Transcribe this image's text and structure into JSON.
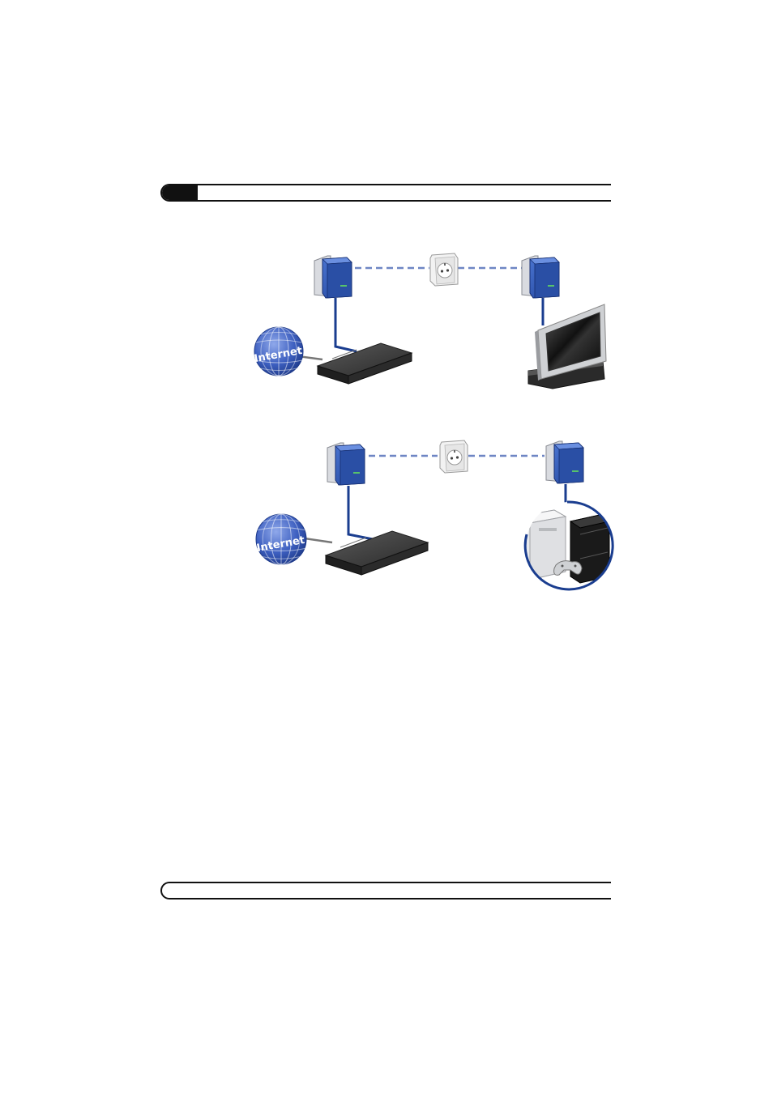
{
  "page": {
    "header_bar": "page-header-bar",
    "footer_bar": "page-footer-bar"
  },
  "colors": {
    "adapter_blue": "#2a4fa5",
    "cable_blue": "#1a3d8f",
    "powerline_dash": "#6e86c4",
    "router_dark": "#3a3a3a",
    "globe_blue": "#3d5fc0"
  },
  "diagrams": [
    {
      "scenario": "tv",
      "internet_label": "Internet",
      "devices": [
        "globe-icon",
        "router-icon",
        "powerline-adapter-icon",
        "wall-socket-icon",
        "powerline-adapter-icon",
        "tv-icon"
      ]
    },
    {
      "scenario": "game-console",
      "internet_label": "Internet",
      "devices": [
        "globe-icon",
        "router-icon",
        "powerline-adapter-icon",
        "wall-socket-icon",
        "powerline-adapter-icon",
        "game-console-icon"
      ]
    }
  ]
}
